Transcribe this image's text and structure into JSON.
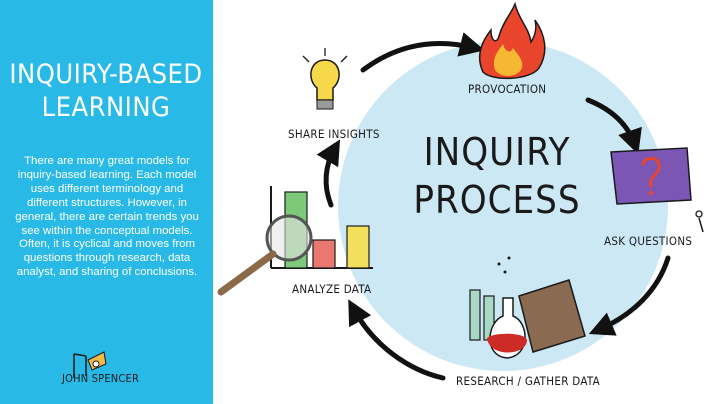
{
  "sidebar": {
    "title_line1": "INQUIRY-BASED",
    "title_line2": "LEARNING",
    "body": "There are many great models for inquiry-based learning. Each model uses different terminology and different structures. However, in general, there are certain trends you see within the conceptual models. Often, it is cyclical and moves from questions through research, data analyst, and sharing of conclusions.",
    "signature": "JOHN SPENCER",
    "background_color": "#29b9e6"
  },
  "diagram": {
    "center_line1": "INQUIRY",
    "center_line2": "PROCESS",
    "circle_color": "#cde8f5",
    "steps": [
      {
        "label": "PROVOCATION",
        "icon": "fire-icon"
      },
      {
        "label": "ASK QUESTIONS",
        "icon": "question-sign-icon"
      },
      {
        "label": "RESEARCH / GATHER DATA",
        "icon": "lab-flasks-icon"
      },
      {
        "label": "ANALYZE DATA",
        "icon": "bar-chart-magnifier-icon"
      },
      {
        "label": "SHARE INSIGHTS",
        "icon": "lightbulb-icon"
      }
    ]
  }
}
